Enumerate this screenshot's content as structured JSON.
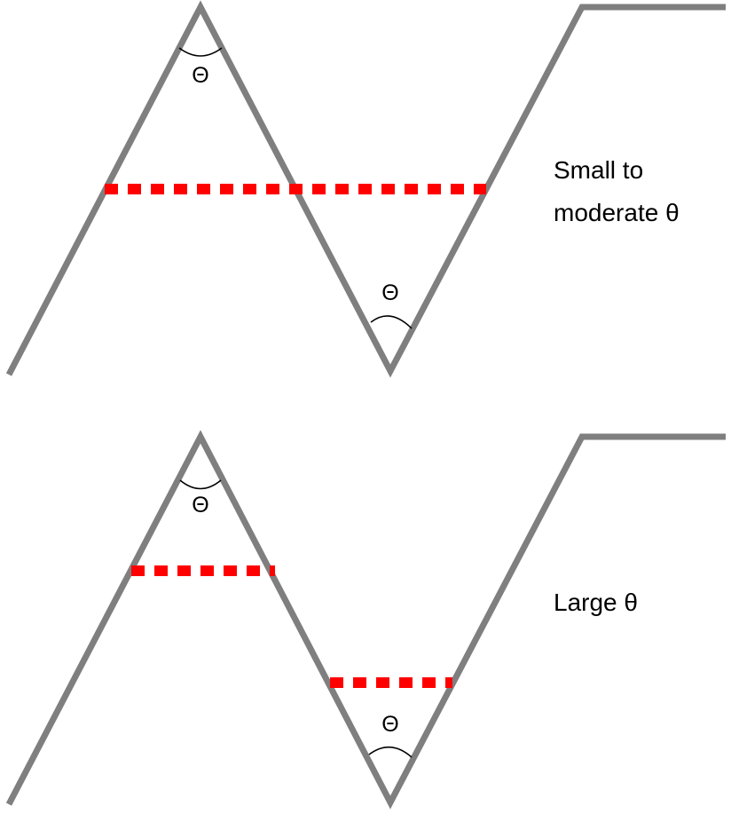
{
  "panels": [
    {
      "caption_line1": "Small to",
      "caption_line2": "moderate θ",
      "angle_label_peak": "Θ",
      "angle_label_valley": "Θ"
    },
    {
      "caption_line1": "Large θ",
      "angle_label_peak": "Θ",
      "angle_label_valley": "Θ"
    }
  ],
  "colors": {
    "profile_line": "#7f7f7f",
    "water_level": "#ff0000",
    "angle_arc": "#000000"
  }
}
